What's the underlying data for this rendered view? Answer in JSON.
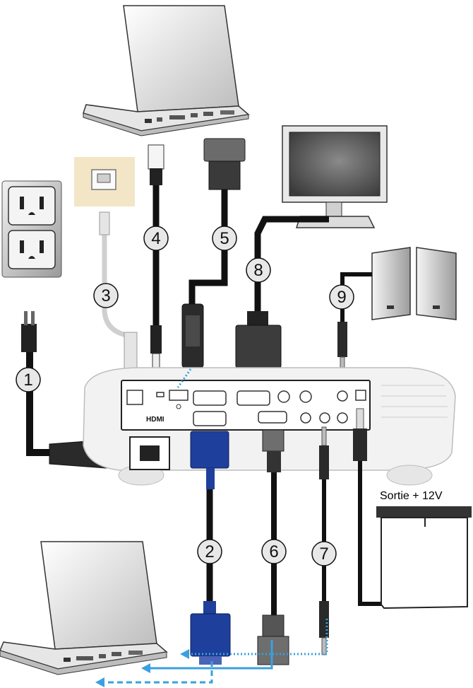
{
  "labels": {
    "trigger_output": "Sortie + 12V",
    "hdmi_logo": "HDMI"
  },
  "callouts": [
    {
      "id": "1",
      "text": "1"
    },
    {
      "id": "2",
      "text": "2"
    },
    {
      "id": "3",
      "text": "3"
    },
    {
      "id": "4",
      "text": "4"
    },
    {
      "id": "5",
      "text": "5"
    },
    {
      "id": "6",
      "text": "6"
    },
    {
      "id": "7",
      "text": "7"
    },
    {
      "id": "8",
      "text": "8"
    },
    {
      "id": "9",
      "text": "9"
    }
  ],
  "colors": {
    "cable": "#111111",
    "vga_blue": "#1f3f9c",
    "signal_arrow": "#3aa0e0",
    "device_gray": "#d8d8d8",
    "outline": "#333333"
  },
  "icons": {
    "laptop_top": "laptop-icon",
    "laptop_bottom": "laptop-icon",
    "monitor": "monitor-icon",
    "speakers": "speaker-icon",
    "screen": "projection-screen-icon",
    "outlet": "power-outlet-icon",
    "network_jack": "rj45-wall-jack-icon"
  }
}
